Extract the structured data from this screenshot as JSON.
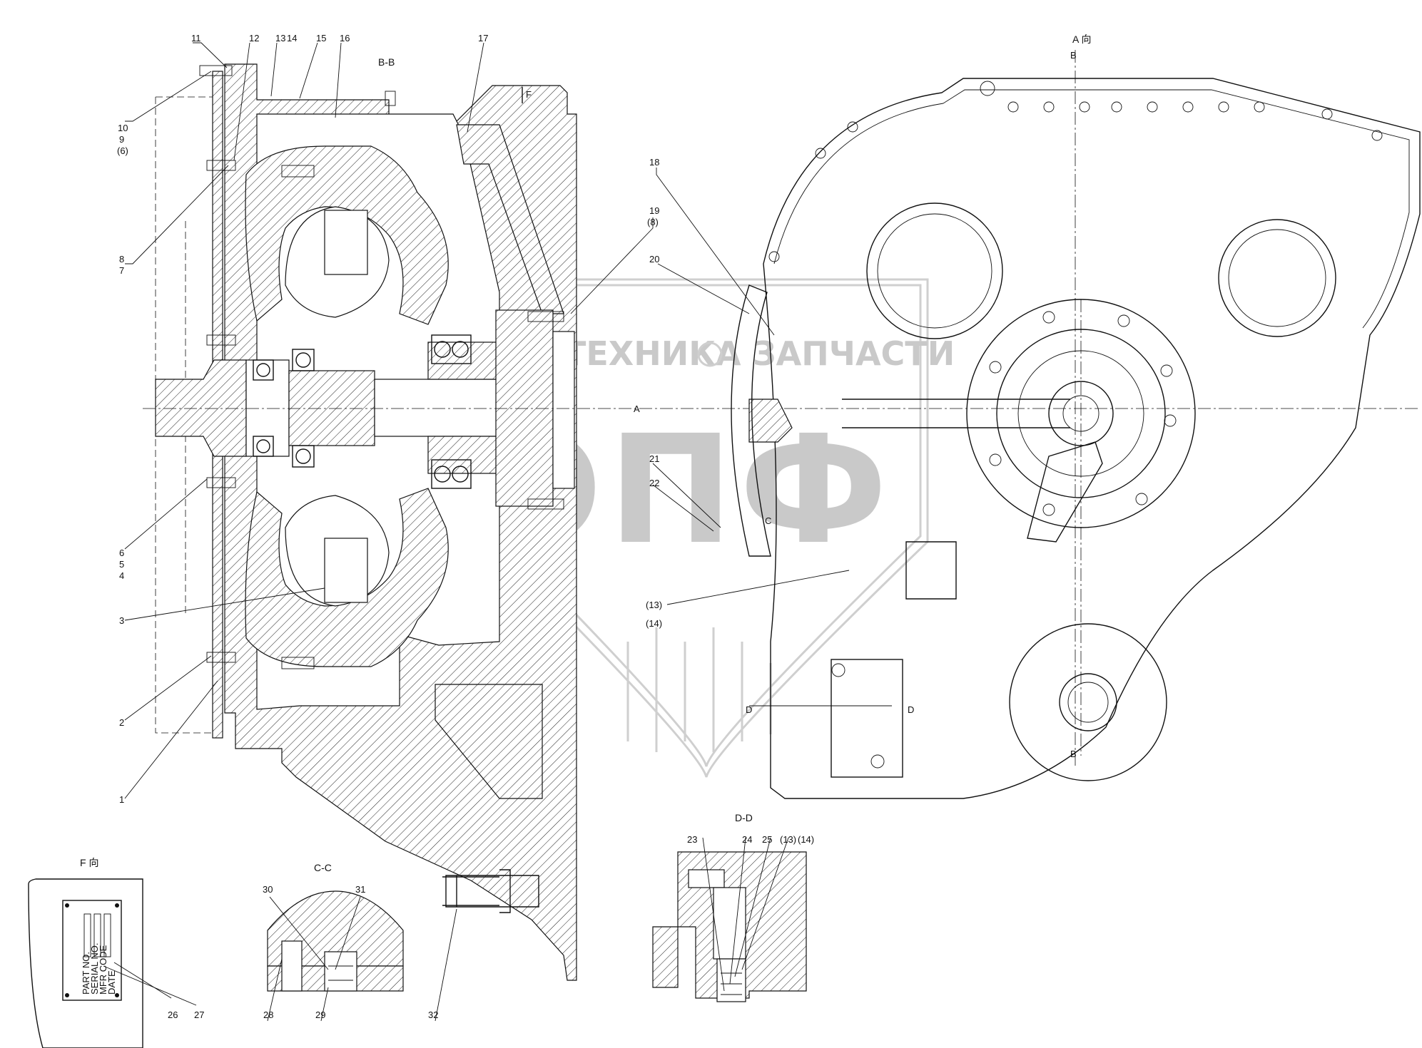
{
  "views": {
    "section_bb": "B-B",
    "view_a": "A 向",
    "view_f": "F 向",
    "section_cc": "C-C",
    "section_dd": "D-D"
  },
  "cut_marks": {
    "f": "F",
    "a": "A",
    "b": "B",
    "c": "C",
    "d": "D"
  },
  "watermark": {
    "left_word": "ТЕХНИКА",
    "right_word": "ЗАПЧАСТИ",
    "logo": "ЭПФ"
  },
  "nameplate": {
    "lines": [
      "PART NO.",
      "SERIAL NO.",
      "MFR CODE",
      "DATE"
    ]
  },
  "callouts": {
    "c1": "1",
    "c2": "2",
    "c3": "3",
    "c4": "4",
    "c5": "5",
    "c6": "6",
    "c6p": "(6)",
    "c7": "7",
    "c8": "8",
    "c8p": "(8)",
    "c9": "9",
    "c10": "10",
    "c11": "11",
    "c12": "12",
    "c13": "13",
    "c14": "14",
    "c15": "15",
    "c16": "16",
    "c17": "17",
    "c18": "18",
    "c19": "19",
    "c20": "20",
    "c21": "21",
    "c22": "22",
    "c13p": "(13)",
    "c14p": "(14)",
    "c23": "23",
    "c24": "24",
    "c25": "25",
    "c26": "26",
    "c27": "27",
    "c28": "28",
    "c29": "29",
    "c30": "30",
    "c31": "31",
    "c32": "32"
  }
}
